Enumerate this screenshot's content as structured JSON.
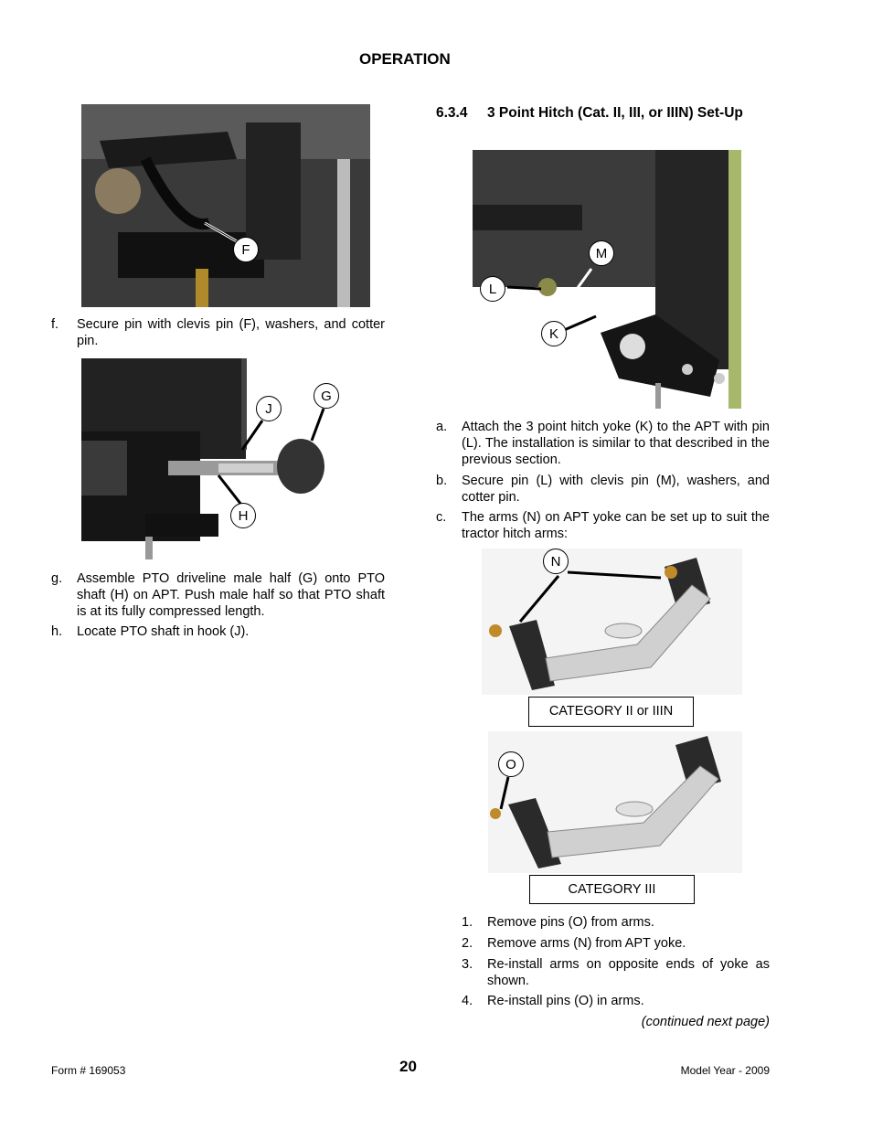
{
  "header": {
    "title": "OPERATION"
  },
  "left_column": {
    "fig1_callouts": [
      "F"
    ],
    "step_f": {
      "label": "f.",
      "text": "Secure pin with clevis pin (F), washers, and cotter pin."
    },
    "fig2_callouts": [
      "J",
      "G",
      "H"
    ],
    "step_g": {
      "label": "g.",
      "text": "Assemble PTO driveline male half (G) onto PTO shaft (H) on APT.  Push male half so that PTO shaft is at its fully compressed length."
    },
    "step_h": {
      "label": "h.",
      "text": "Locate PTO shaft in hook (J)."
    }
  },
  "right_column": {
    "section_number": "6.3.4",
    "section_title": "3 Point Hitch (Cat. II, III, or IIIN) Set-Up",
    "fig3_callouts": [
      "M",
      "L",
      "K"
    ],
    "step_a": {
      "label": "a.",
      "text": "Attach the 3 point hitch yoke (K) to the APT with pin (L).  The installation is similar to that described in the previous section."
    },
    "step_b": {
      "label": "b.",
      "text": "Secure pin (L) with clevis pin (M), washers, and cotter pin."
    },
    "step_c": {
      "label": "c.",
      "text": "The arms (N) on APT yoke can be set up to suit the tractor hitch arms:"
    },
    "fig4_callout": "N",
    "fig4_caption": "CATEGORY II or IIIN",
    "fig5_callout": "O",
    "fig5_caption": "CATEGORY III",
    "substeps": [
      {
        "label": "1.",
        "text": "Remove pins (O) from arms."
      },
      {
        "label": "2.",
        "text": "Remove arms (N) from APT yoke."
      },
      {
        "label": "3.",
        "text": "Re-install arms on opposite ends of yoke as shown."
      },
      {
        "label": "4.",
        "text": "Re-install pins (O) in arms."
      }
    ],
    "continued": "(continued next page)"
  },
  "footer": {
    "form_number": "Form # 169053",
    "page_number": "20",
    "model_year": "Model Year - 2009"
  }
}
